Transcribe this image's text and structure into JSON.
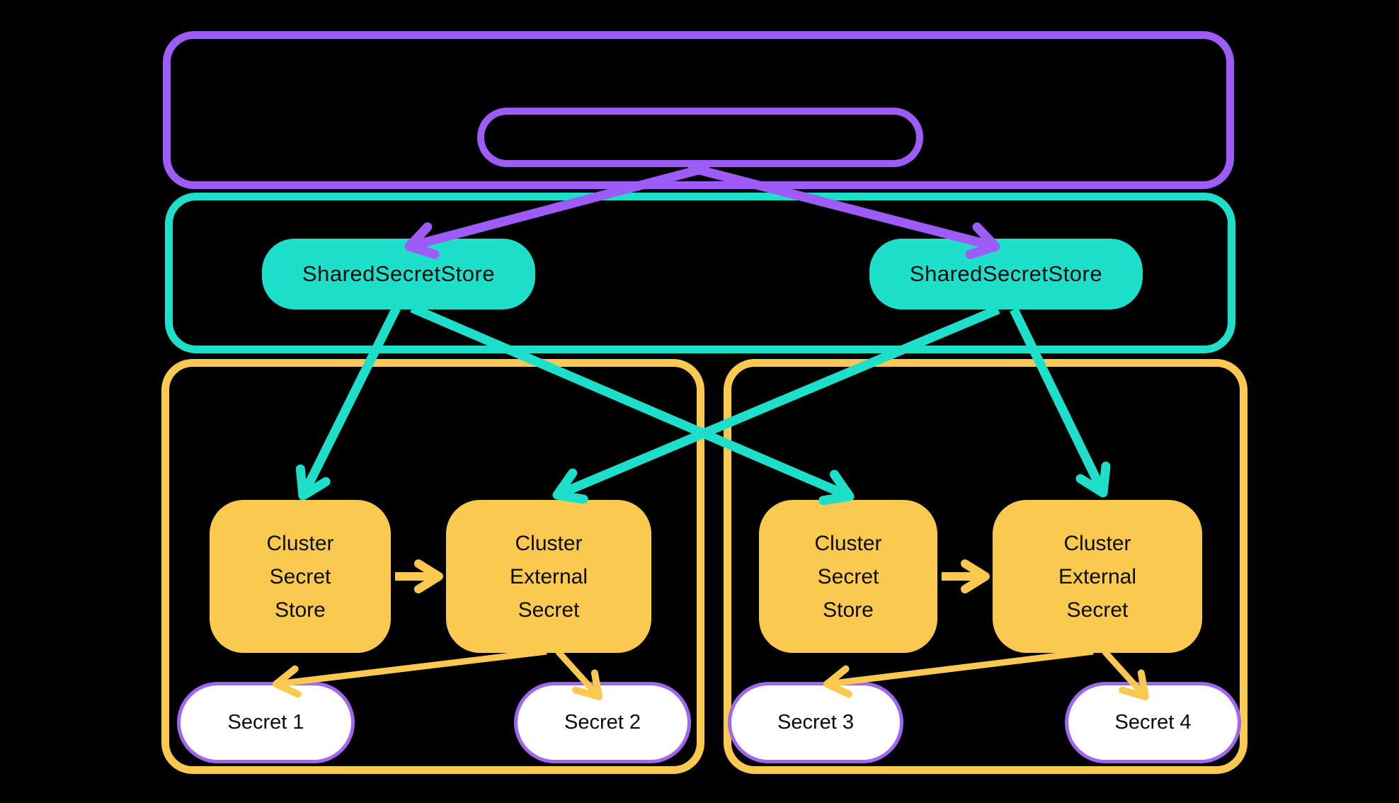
{
  "colors": {
    "background": "#000000",
    "purple": "#9D5CF5",
    "teal": "#1EDFC9",
    "yellow": "#FBC950",
    "secret_fill": "#FFFFFF",
    "secret_border": "#9F66F2",
    "node_text": "#0b0b0b"
  },
  "diagram": {
    "shared_store_left": {
      "label": "SharedSecretStore"
    },
    "shared_store_right": {
      "label": "SharedSecretStore"
    },
    "cluster_left": {
      "secret_store": {
        "label": "Cluster Secret Store"
      },
      "external_secret": {
        "label": "Cluster External Secret"
      },
      "secret_a": {
        "label": "Secret 1"
      },
      "secret_b": {
        "label": "Secret 2"
      }
    },
    "cluster_right": {
      "secret_store": {
        "label": "Cluster Secret Store"
      },
      "external_secret": {
        "label": "Cluster External Secret"
      },
      "secret_a": {
        "label": "Secret 3"
      },
      "secret_b": {
        "label": "Secret 4"
      }
    },
    "edges": [
      {
        "from": "management-pill",
        "to": "shared-secret-store-left",
        "color": "purple"
      },
      {
        "from": "management-pill",
        "to": "shared-secret-store-right",
        "color": "purple"
      },
      {
        "from": "shared-secret-store-left",
        "to": "cluster-left-secret-store",
        "color": "teal"
      },
      {
        "from": "shared-secret-store-left",
        "to": "cluster-right-secret-store",
        "color": "teal"
      },
      {
        "from": "shared-secret-store-right",
        "to": "cluster-left-external-secret",
        "color": "teal"
      },
      {
        "from": "shared-secret-store-right",
        "to": "cluster-right-external-secret",
        "color": "teal"
      },
      {
        "from": "cluster-left-secret-store",
        "to": "cluster-left-external-secret",
        "color": "yellow"
      },
      {
        "from": "cluster-right-secret-store",
        "to": "cluster-right-external-secret",
        "color": "yellow"
      },
      {
        "from": "cluster-left-external-secret",
        "to": "secret-1",
        "color": "yellow"
      },
      {
        "from": "cluster-left-external-secret",
        "to": "secret-2",
        "color": "yellow"
      },
      {
        "from": "cluster-right-external-secret",
        "to": "secret-3",
        "color": "yellow"
      },
      {
        "from": "cluster-right-external-secret",
        "to": "secret-4",
        "color": "yellow"
      }
    ]
  }
}
